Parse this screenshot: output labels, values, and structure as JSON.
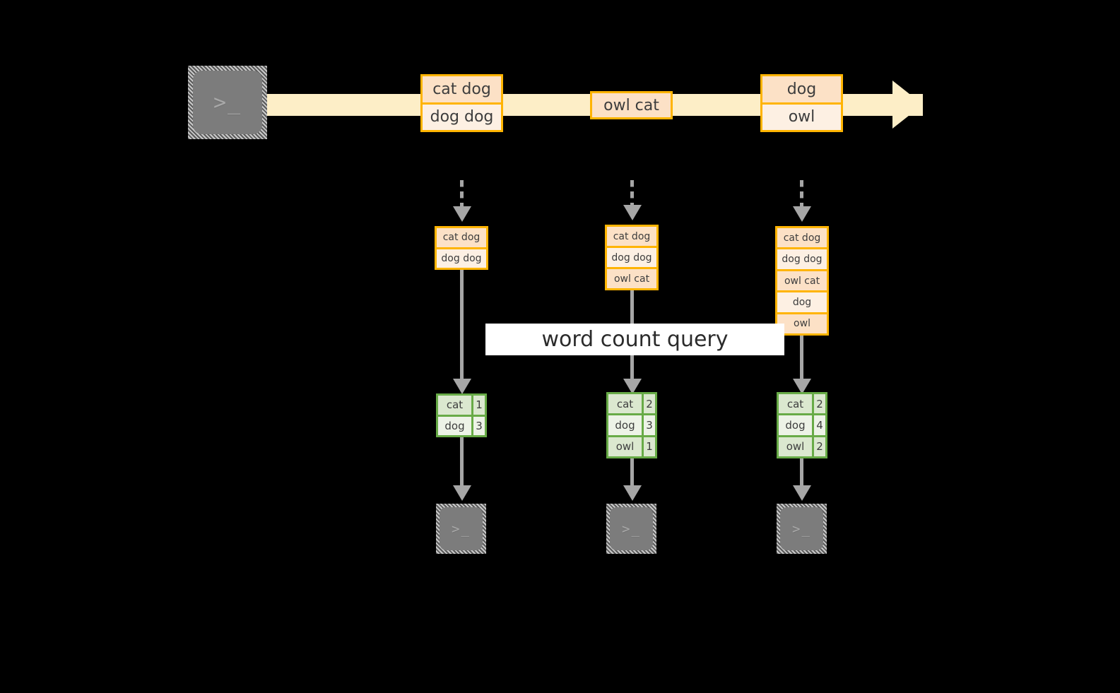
{
  "diagram": {
    "label": "word count query",
    "colors": {
      "stream": "#fdeec7",
      "message_border": "#ffb400",
      "message_fill_a": "#fce1c6",
      "message_fill_b": "#fdf0e3",
      "table_border": "#68ab47",
      "table_fill_a": "#dbe8cf",
      "table_fill_b": "#edf3e7",
      "arrow": "#a6a6a6",
      "terminal": "#7c7c7c",
      "label_band": "#ffffff",
      "background": "#000000"
    },
    "source_terminal": {
      "glyph": ">_"
    },
    "stream_events": [
      {
        "messages": [
          "cat dog",
          "dog dog"
        ]
      },
      {
        "messages": [
          "owl cat"
        ]
      },
      {
        "messages": [
          "dog",
          "owl"
        ]
      }
    ],
    "snapshots": [
      {
        "accumulated": [
          "cat dog",
          "dog dog"
        ],
        "result": {
          "rows": [
            {
              "word": "cat",
              "count": "1"
            },
            {
              "word": "dog",
              "count": "3"
            }
          ]
        },
        "sink_terminal": {
          "glyph": ">_"
        }
      },
      {
        "accumulated": [
          "cat dog",
          "dog dog",
          "owl cat"
        ],
        "result": {
          "rows": [
            {
              "word": "cat",
              "count": "2"
            },
            {
              "word": "dog",
              "count": "3"
            },
            {
              "word": "owl",
              "count": "1"
            }
          ]
        },
        "sink_terminal": {
          "glyph": ">_"
        }
      },
      {
        "accumulated": [
          "cat dog",
          "dog dog",
          "owl cat",
          "dog",
          "owl"
        ],
        "result": {
          "rows": [
            {
              "word": "cat",
              "count": "2"
            },
            {
              "word": "dog",
              "count": "4"
            },
            {
              "word": "owl",
              "count": "2"
            }
          ]
        },
        "sink_terminal": {
          "glyph": ">_"
        }
      }
    ]
  }
}
